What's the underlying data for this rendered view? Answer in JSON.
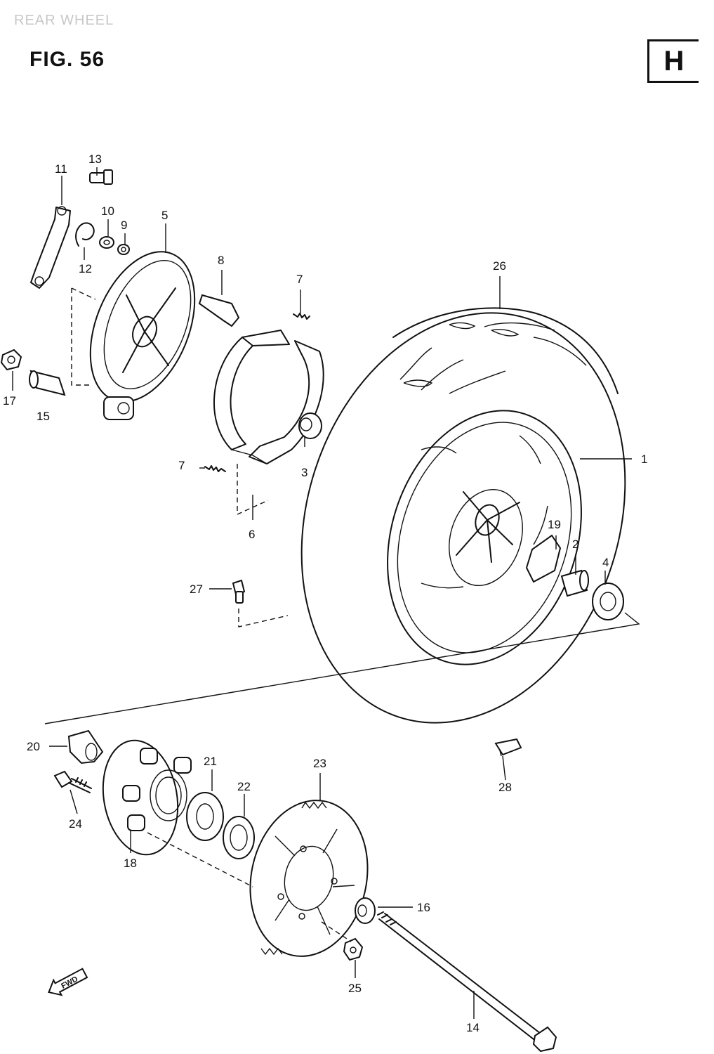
{
  "header": {
    "section_title": "REAR WHEEL",
    "figure_label": "FIG. 56",
    "section_letter": "H"
  },
  "callouts": [
    {
      "id": "c1",
      "text": "1"
    },
    {
      "id": "c2",
      "text": "2"
    },
    {
      "id": "c3",
      "text": "3"
    },
    {
      "id": "c4",
      "text": "4"
    },
    {
      "id": "c5",
      "text": "5"
    },
    {
      "id": "c6",
      "text": "6"
    },
    {
      "id": "c7a",
      "text": "7"
    },
    {
      "id": "c7b",
      "text": "7"
    },
    {
      "id": "c8",
      "text": "8"
    },
    {
      "id": "c9",
      "text": "9"
    },
    {
      "id": "c10",
      "text": "10"
    },
    {
      "id": "c11",
      "text": "11"
    },
    {
      "id": "c12",
      "text": "12"
    },
    {
      "id": "c13",
      "text": "13"
    },
    {
      "id": "c14",
      "text": "14"
    },
    {
      "id": "c15",
      "text": "15"
    },
    {
      "id": "c16",
      "text": "16"
    },
    {
      "id": "c17",
      "text": "17"
    },
    {
      "id": "c18",
      "text": "18"
    },
    {
      "id": "c19",
      "text": "19"
    },
    {
      "id": "c20",
      "text": "20"
    },
    {
      "id": "c21",
      "text": "21"
    },
    {
      "id": "c22",
      "text": "22"
    },
    {
      "id": "c23",
      "text": "23"
    },
    {
      "id": "c24",
      "text": "24"
    },
    {
      "id": "c25",
      "text": "25"
    },
    {
      "id": "c26",
      "text": "26"
    },
    {
      "id": "c27",
      "text": "27"
    },
    {
      "id": "c28",
      "text": "28"
    }
  ],
  "fwd_arrow_label": "FWD"
}
